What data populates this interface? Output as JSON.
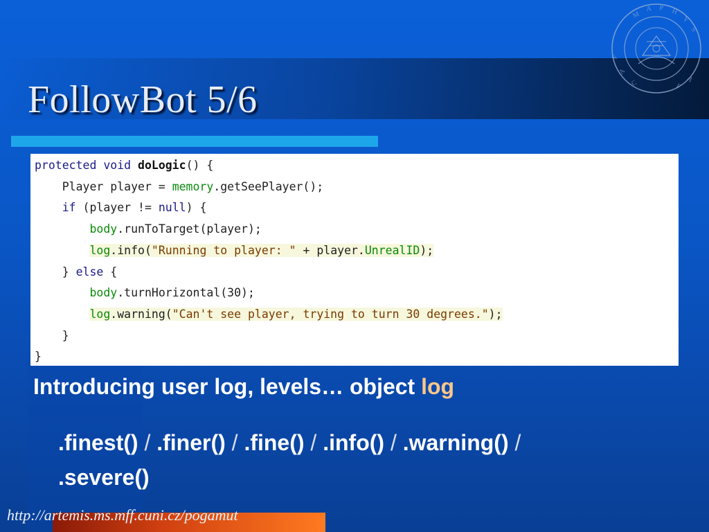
{
  "slide": {
    "title": "FollowBot 5/6",
    "code_lines": [
      "protected void doLogic() {",
      "    Player player = memory.getSeePlayer();",
      "    if (player != null) {",
      "        body.runToTarget(player);",
      "        log.info(\"Running to player: \" + player.UnrealID);",
      "    } else {",
      "        body.turnHorizontal(30);",
      "        log.warning(\"Can't see player, trying to turn 30 degrees.\");",
      "    }",
      "}"
    ],
    "intro_text": "Introducing user log, levels… object ",
    "intro_accent": "log",
    "methods": [
      ".finest()",
      ".finer()",
      ".fine()",
      ".info()",
      ".warning()",
      ".severe()"
    ],
    "separator": "/",
    "footer_url": "http://artemis.ms.mff.cuni.cz/pogamut"
  },
  "colors": {
    "background": "#0a5bd0",
    "title_rule": "#1ea6ea",
    "accent": "#ffc68a",
    "footer_bar": "#d04010"
  },
  "icons": {
    "logo": "university-seal-logo"
  }
}
